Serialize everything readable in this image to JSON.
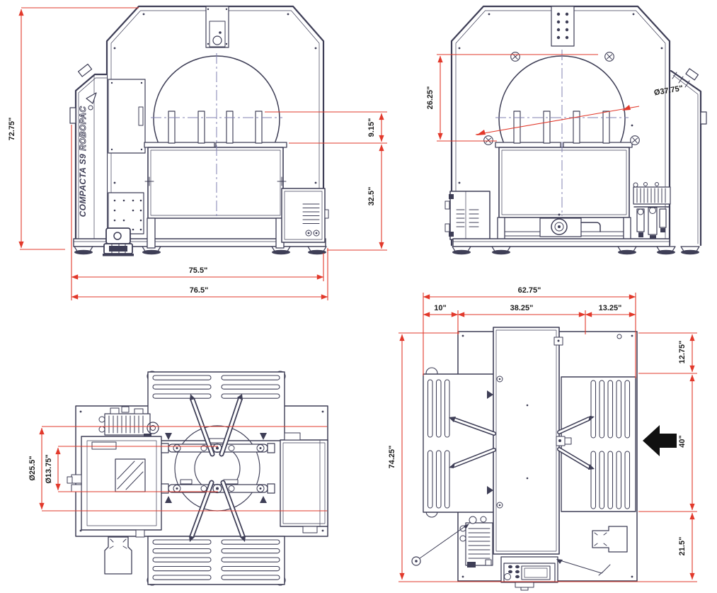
{
  "machine": {
    "model": "COMPACTA S9",
    "brand": "ROBOPAC"
  },
  "colors": {
    "dimension_red": "#e2392b",
    "line_dark": "#3e3e56",
    "centerline_blue": "#8080b2"
  },
  "views": {
    "front_elevation": {
      "dims": {
        "overall_height": "72.75\"",
        "ring_to_table": "9.15\"",
        "table_height": "32.5\"",
        "frame_width": "75.5\"",
        "overall_width": "76.5\""
      }
    },
    "rear_elevation": {
      "dims": {
        "ring_top_to_table": "26.25\"",
        "ring_diameter": "Ø37.75\""
      }
    },
    "plan_view_machine": {
      "dims": {
        "outer_diameter": "Ø25.5\"",
        "inner_diameter": "Ø13.75\""
      }
    },
    "plan_view_overall": {
      "dims": {
        "overall_width": "62.75\"",
        "left_section": "10\"",
        "center_section": "38.25\"",
        "right_section": "13.25\"",
        "overall_depth": "74.25\"",
        "rear_section": "12.75\"",
        "load_width": "40\"",
        "front_section": "21.5\""
      }
    }
  }
}
